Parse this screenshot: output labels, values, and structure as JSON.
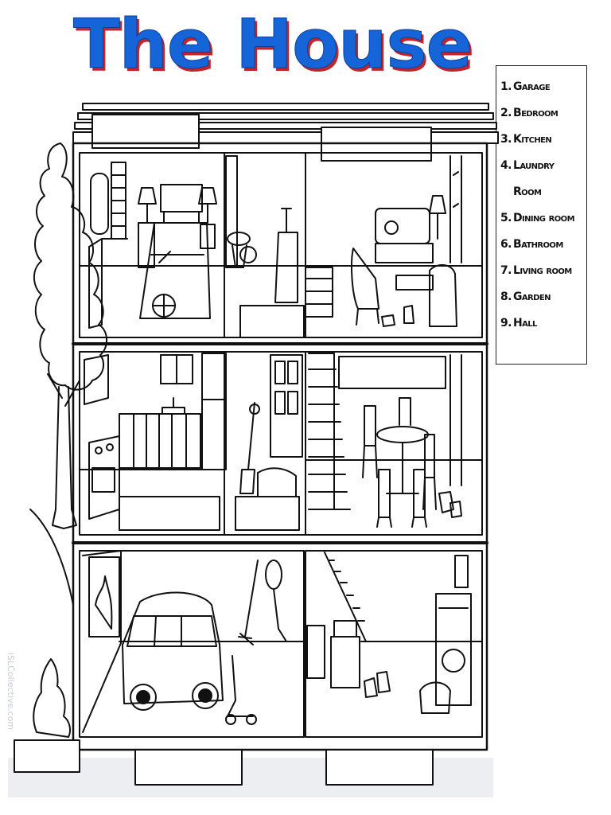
{
  "title": "The House",
  "colors": {
    "title": "#1565d8",
    "title_shadow": "#c0262c"
  },
  "legend": [
    {
      "number": "1.",
      "label": "Garage"
    },
    {
      "number": "2.",
      "label": "Bedroom"
    },
    {
      "number": "3.",
      "label": "Kitchen"
    },
    {
      "number": "4.",
      "label": "Laundry"
    },
    {
      "number": "",
      "label": "Room"
    },
    {
      "number": "5.",
      "label": "Dining room"
    },
    {
      "number": "6.",
      "label": "Bathroom"
    },
    {
      "number": "7.",
      "label": "Living room"
    },
    {
      "number": "8.",
      "label": "Garden"
    },
    {
      "number": "9.",
      "label": "Hall"
    }
  ],
  "watermark": "iSLCollective.com",
  "icons": [
    "tree-icon",
    "bush-icon",
    "bed-icon",
    "lamp-icon",
    "bathtub-icon",
    "sofa-icon",
    "armchair-icon",
    "stairs-icon",
    "car-icon",
    "dining-table-icon",
    "chair-icon",
    "washing-machine-icon",
    "rake-icon",
    "broom-icon",
    "boxes-icon",
    "tricycle-icon",
    "kitchen-counter-icon",
    "stove-icon",
    "fridge-icon",
    "door-icon",
    "window-icon"
  ]
}
